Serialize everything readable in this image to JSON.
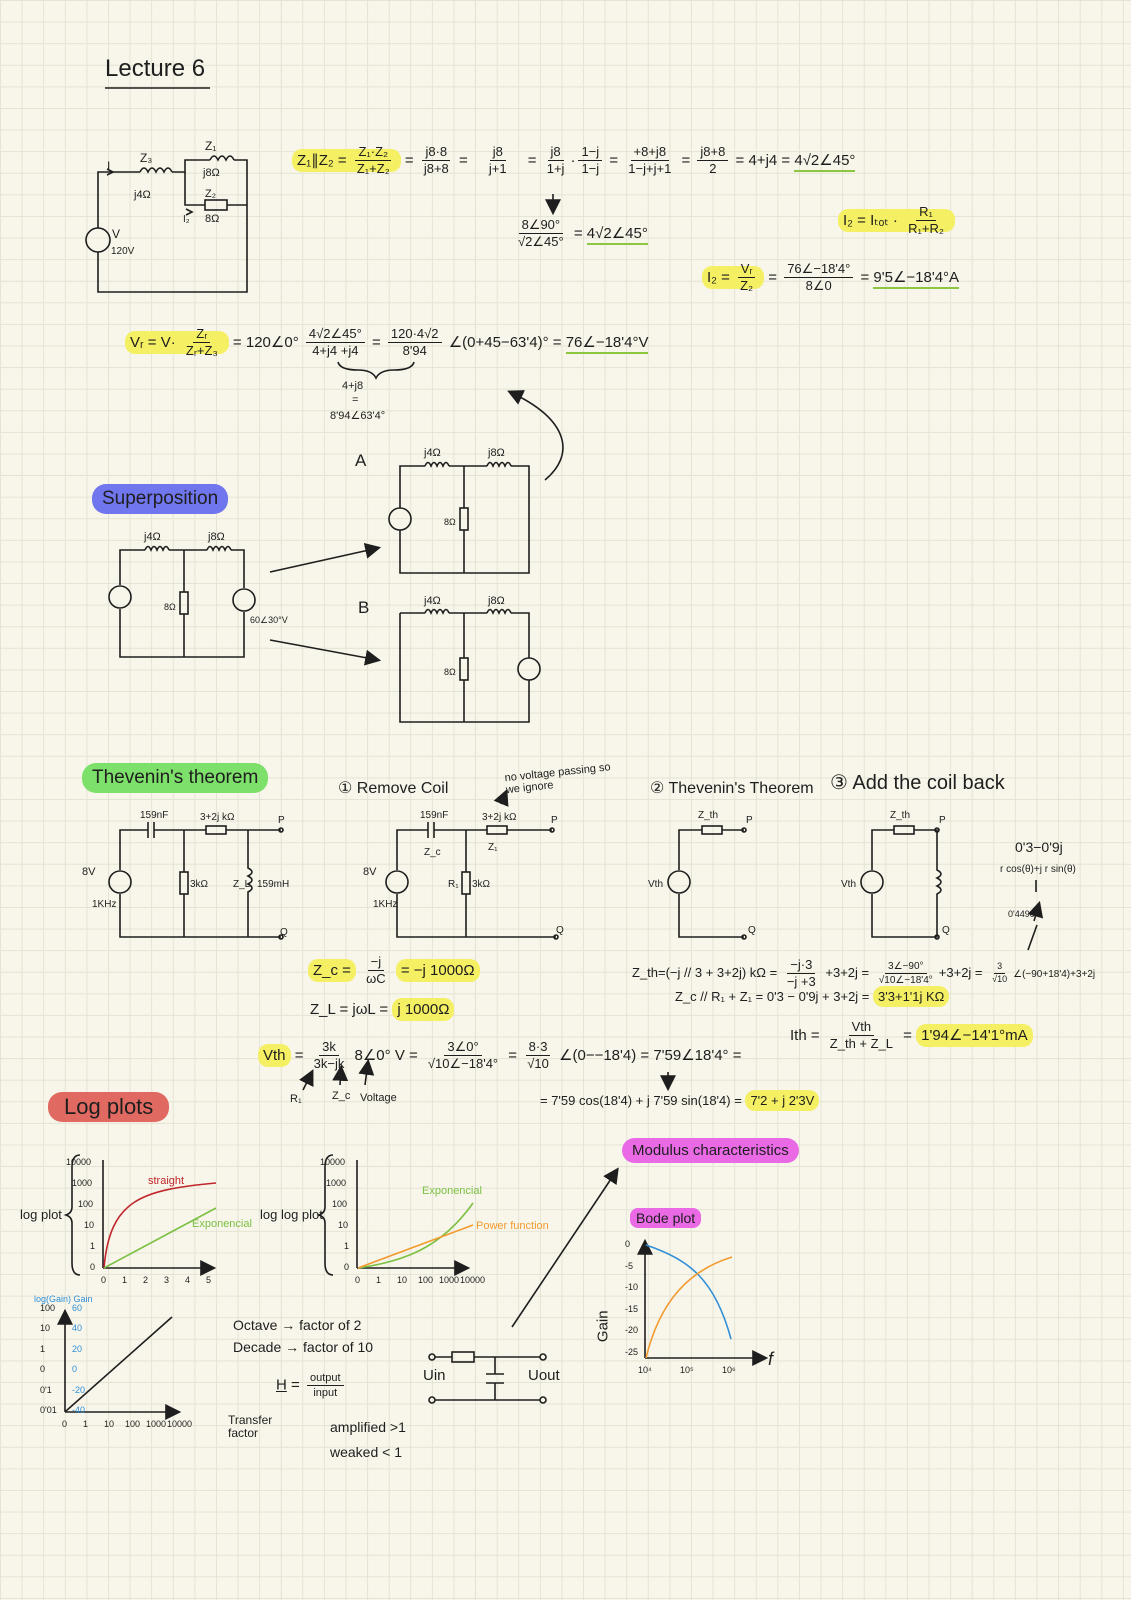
{
  "title": "Lecture 6",
  "circuit1": {
    "I": "I",
    "Z3": "Z₃",
    "Z3_val": "j4Ω",
    "Z1": "Z₁",
    "Z1_val": "j8Ω",
    "Z2": "Z₂",
    "Z2_val": "8Ω",
    "I2": "I₂",
    "V": "V",
    "V_val": "120V"
  },
  "eq_parallel": {
    "lhs": "Z₁∥Z₂",
    "f1n": "Z₁·Z₂",
    "f1d": "Z₁+Z₂",
    "f2n": "j8·8",
    "f2d": "j8+8",
    "f3n": "j8",
    "f3d": "j+1",
    "f4n": "j8",
    "f4d": "1+j",
    "f5n": "1−j",
    "f5d": "1−j",
    "f6n": "+8+j8",
    "f6d": "1−j+j+1",
    "f7n": "j8+8",
    "f7d": "2",
    "result": "4+j4 =",
    "polar": "4√2∠45°"
  },
  "eq_polar": {
    "n": "8∠90°",
    "d": "√2∠45°",
    "result": "4√2∠45°"
  },
  "eq_divider": {
    "lhs": "I₂ = Iₜₒₜ ·",
    "n": "R₁",
    "d": "R₁+R₂"
  },
  "eq_i2": {
    "lhs": "I₂ =",
    "f1n": "Vᵣ",
    "f1d": "Z₂",
    "f2n": "76∠−18'4°",
    "f2d": "8∠0",
    "result": "9'5∠−18'4°A"
  },
  "eq_vr": {
    "lhs": "Vᵣ = V·",
    "f1n": "Zᵣ",
    "f1d": "Zᵣ+Z₃",
    "mid": "120∠0°",
    "f2n": "4√2∠45°",
    "f2d": "4+j4 +j4",
    "brace": "4+j8",
    "eq": "=",
    "polar": "8'94∠63'4°",
    "f3n": "120·4√2",
    "f3d": "8'94",
    "angle": "∠(0+45−63'4)° =",
    "result": "76∠−18'4°V"
  },
  "superposition": {
    "badge": "Superposition",
    "label_a": "A",
    "label_b": "B",
    "j4": "j4Ω",
    "j8": "j8Ω",
    "r": "8Ω",
    "source": "60∠30°V"
  },
  "thevenin": {
    "badge": "Thevenin's theorem",
    "step1": "① Remove Coil",
    "note": "no voltage passing so we ignore",
    "step2": "② Thevenin's Theorem",
    "step3": "③ Add the coil back",
    "cap": "159nF",
    "res": "3+2j kΩ",
    "r1": "3kΩ",
    "zl": "Z_L",
    "ind": "159mH",
    "src": "8V",
    "freq": "1KHz",
    "p": "P",
    "q": "Q",
    "zc": "Z_c",
    "z1": "Z₁",
    "r1_label": "R₁",
    "zth": "Z_th",
    "vth": "Vth",
    "side_rect": "0'3−0'9j",
    "side_formula": "r cos(θ)+j r sin(θ)",
    "side_val": "0'449c"
  },
  "eq_zc": {
    "lhs": "Z_c =",
    "n": "−j",
    "d": "ωC",
    "result": "= −j 1000Ω"
  },
  "eq_zl": {
    "lhs": "Z_L = jωL =",
    "result": "j 1000Ω"
  },
  "eq_vth": {
    "lhs": "Vth",
    "eq": "=",
    "f1n": "3k",
    "f1d": "3k−jk",
    "mid": "8∠0° V =",
    "f2n": "3∠0°",
    "f2d": "√10∠−18'4°",
    "f3n": "8·3",
    "f3d": "√10",
    "rest": "∠(0−−18'4) = 7'59∠18'4° =",
    "ann_r1": "R₁",
    "ann_zc": "Z_c",
    "ann_v": "Voltage",
    "expand": "= 7'59 cos(18'4) + j 7'59 sin(18'4) =",
    "result": "7'2 + j 2'3V"
  },
  "eq_zth": {
    "lhs": "Z_th",
    "a": "=(−j // 3 + 3+2j) kΩ =",
    "f1n": "−j·3",
    "f1d": "−j +3",
    "b": "+3+2j =",
    "f2n": "3∠−90°",
    "f2d": "√10∠−18'4°",
    "c": "+3+2j =",
    "f3n": "3",
    "f3d": "√10",
    "d": "∠(−90+18'4)+3+2j",
    "line2": "Z_c // R₁ + Z₁  = 0'3 − 0'9j + 3+2j =",
    "result": "3'3+1'1j KΩ"
  },
  "eq_ith": {
    "lhs": "Ith =",
    "n": "Vth",
    "d": "Z_th + Z_L",
    "result": "1'94∠−14'1°mA"
  },
  "logplots": {
    "badge": "Log plots",
    "plot1": {
      "side_label": "log plot",
      "y_ticks": [
        "0",
        "1",
        "10",
        "100",
        "1000",
        "10000"
      ],
      "x_ticks": [
        "0",
        "1",
        "2",
        "3",
        "4",
        "5"
      ],
      "series": [
        {
          "name": "straight",
          "color": "#c0262c"
        },
        {
          "name": "Exponencial",
          "color": "#7cc043"
        }
      ]
    },
    "plot2": {
      "side_label": "log log plot",
      "y_ticks": [
        "0",
        "1",
        "10",
        "100",
        "1000",
        "10000"
      ],
      "x_ticks": [
        "0",
        "1",
        "10",
        "100",
        "1000",
        "10000"
      ],
      "series": [
        {
          "name": "Exponencial",
          "color": "#7cc043"
        },
        {
          "name": "Power function",
          "color": "#f29a2e"
        }
      ]
    },
    "plot3": {
      "y_title": "log(Gain)",
      "y2_title": "Gain",
      "y_ticks": [
        "0'01",
        "0'1",
        "0",
        "1",
        "10",
        "100"
      ],
      "y2_ticks": [
        "-40",
        "-20",
        "0",
        "20",
        "40",
        "60"
      ],
      "x_ticks": [
        "0",
        "1",
        "10",
        "100",
        "1000",
        "10000"
      ]
    }
  },
  "notes": {
    "octave": "Octave → factor of 2",
    "decade": "Decade → factor of 10",
    "h": "H",
    "h_eq": "=",
    "h_n": "output",
    "h_d": "input",
    "transfer": "Transfer factor",
    "amplified": "amplified >1",
    "weaked": "weaked < 1"
  },
  "filter": {
    "uin": "Uin",
    "uout": "Uout"
  },
  "modulus": {
    "badge": "Modulus characteristics",
    "bode_badge": "Bode plot",
    "ylabel": "Gain",
    "xlabel": "f",
    "y_ticks": [
      "0",
      "-5",
      "-10",
      "-15",
      "-20",
      "-25"
    ],
    "x_ticks": [
      "10⁴",
      "10⁵",
      "10⁶"
    ],
    "colors": {
      "blue": "#2f8fd8",
      "orange": "#f29a2e"
    }
  }
}
